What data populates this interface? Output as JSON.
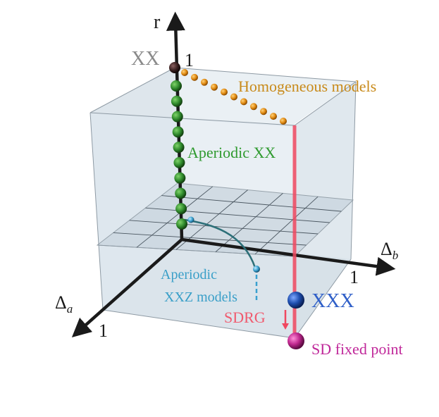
{
  "axes": {
    "r": "r",
    "delta_b": "Δ",
    "delta_b_sub": "b",
    "delta_a": "Δ",
    "delta_a_sub": "a",
    "tick_r": "1",
    "tick_b": "1",
    "tick_a": "1"
  },
  "labels": {
    "xx": "XX",
    "homogeneous": "Homogeneous models",
    "aperiodic_xx": "Aperiodic XX",
    "aperiodic_xxz_line1": "Aperiodic",
    "aperiodic_xxz_line2": "XXZ models",
    "xxx": "XXX",
    "sdrg": "SDRG",
    "sd_fixed_point": "SD fixed point"
  },
  "colors": {
    "axis": "#1a1a1a",
    "cube_fill": "#dde6ec",
    "cube_edge": "#8e9aa4",
    "plane_fill": "#cdd8e0",
    "grid": "#4a5660",
    "orange": "#e08a12",
    "green": "#2f8a2c",
    "teal": "#2c6f78",
    "cyan_point": "#3aa0cf",
    "red_line": "#f04860",
    "blue_point": "#1f4fb0",
    "magenta_point": "#c0288f",
    "label_gray": "#8a8a8a",
    "label_orange": "#c88a1a",
    "label_green": "#2f9a2f",
    "label_cyan": "#3a9fc8",
    "label_blue": "#2f5fc8",
    "label_red": "#f05a6e",
    "label_magenta": "#c0289a"
  }
}
